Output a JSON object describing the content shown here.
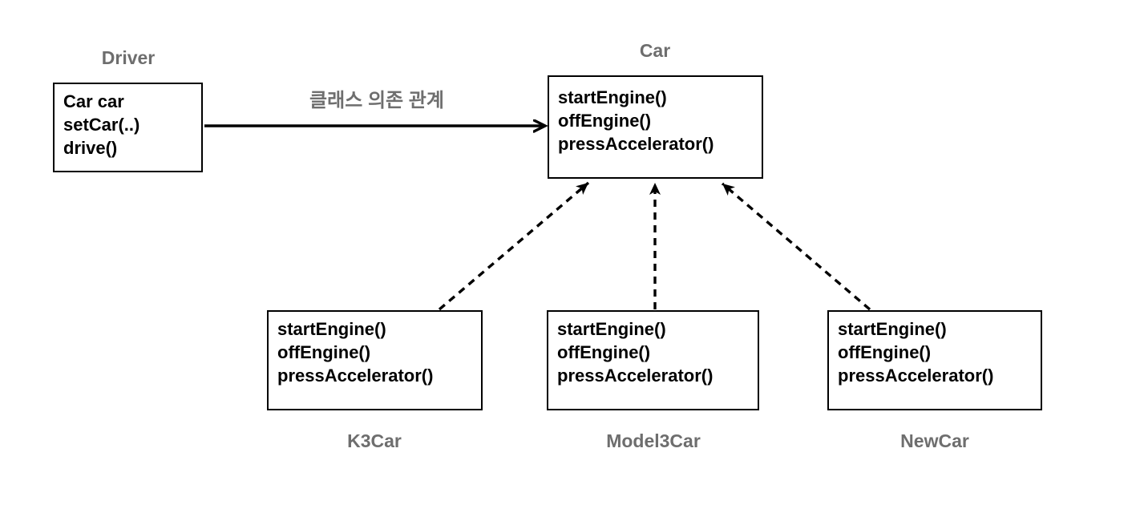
{
  "diagram": {
    "background_color": "#ffffff",
    "line_color": "#000000",
    "box_border_color": "#000000",
    "box_text_color": "#000000",
    "label_color": "#6e6e6e"
  },
  "classes": {
    "driver": {
      "name": "Driver",
      "members": [
        "Car car",
        "setCar(..)",
        "drive()"
      ]
    },
    "car": {
      "name": "Car",
      "members": [
        "startEngine()",
        "offEngine()",
        "pressAccelerator()"
      ]
    },
    "k3car": {
      "name": "K3Car",
      "members": [
        "startEngine()",
        "offEngine()",
        "pressAccelerator()"
      ]
    },
    "model3car": {
      "name": "Model3Car",
      "members": [
        "startEngine()",
        "offEngine()",
        "pressAccelerator()"
      ]
    },
    "newcar": {
      "name": "NewCar",
      "members": [
        "startEngine()",
        "offEngine()",
        "pressAccelerator()"
      ]
    }
  },
  "relations": {
    "dependency": {
      "from": "Driver",
      "to": "Car",
      "label": "클래스 의존 관계",
      "style": "solid-line-open-arrowhead"
    },
    "implementations": [
      {
        "from": "K3Car",
        "to": "Car",
        "style": "dashed-line-filled-arrowhead"
      },
      {
        "from": "Model3Car",
        "to": "Car",
        "style": "dashed-line-filled-arrowhead"
      },
      {
        "from": "NewCar",
        "to": "Car",
        "style": "dashed-line-filled-arrowhead"
      }
    ]
  }
}
